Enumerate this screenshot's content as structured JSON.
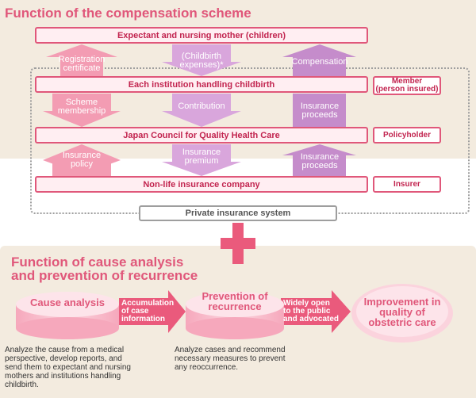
{
  "section1": {
    "title": "Function of the compensation scheme",
    "bars": {
      "mother": "Expectant and nursing mother (children)",
      "institution": "Each institution handling childbirth",
      "council": "Japan Council for Quality Health Care",
      "insurer": "Non-life insurance company"
    },
    "roles": {
      "member": "Member\n(person insured)",
      "policyholder": "Policyholder",
      "insurer": "Insurer"
    },
    "arrows": {
      "registration": "Registration\ncertificate",
      "childbirth_expenses": "(Childbirth\nexpenses)*",
      "compensation": "Compensation",
      "scheme_membership": "Scheme\nmembership",
      "contribution": "Contribution",
      "insurance_proceeds_1": "Insurance\nproceeds",
      "insurance_policy": "Insurance\npolicy",
      "insurance_premium": "Insurance\npremium",
      "insurance_proceeds_2": "Insurance\nproceeds"
    },
    "private_insurance": "Private insurance system"
  },
  "section2": {
    "title_line1": "Function of cause analysis",
    "title_line2": "and prevention of recurrence",
    "stages": {
      "cause_analysis": "Cause analysis",
      "prevention": "Prevention of\nrecurrence",
      "improvement": "Improvement in\nquality of\nobstetric care"
    },
    "flows": {
      "accumulation": "Accumulation\nof case\ninformation",
      "widely_open": "Widely open\nto the public\nand advocated"
    },
    "descriptions": {
      "cause": "Analyze the cause from a medical\n perspective, develop reports, and\n send them to expectant and nursing\n mothers and institutions handling\n childbirth.",
      "prevention": "Analyze cases and recommend\nnecessary measures to prevent\nany reoccurrence."
    }
  },
  "colors": {
    "pink": "#e0577a",
    "pink_arrow": "#f39cb3",
    "lavender": "#d9a6dc",
    "purple": "#c58ccb",
    "beige": "#f3ebdf"
  }
}
